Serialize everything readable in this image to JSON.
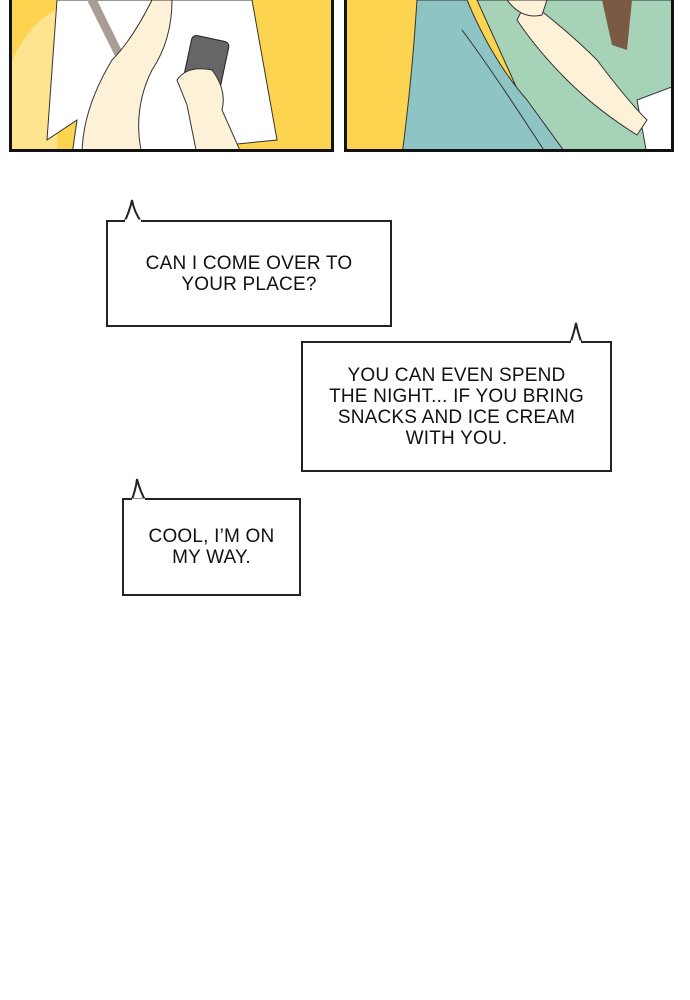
{
  "panels": [
    {
      "description_icon": "character-holding-phone"
    },
    {
      "description_icon": "character-sitting"
    }
  ],
  "bubbles": [
    {
      "text": "CAN I COME OVER TO\nYOUR PLACE?"
    },
    {
      "text": "YOU CAN EVEN SPEND\nTHE NIGHT... IF YOU BRING\nSNACKS AND ICE CREAM\nWITH YOU."
    },
    {
      "text": "COOL, I’M ON\nMY WAY."
    }
  ],
  "colors": {
    "background": "#fcd44f",
    "shirt": "#ffffff",
    "pants": "#8ec5c4",
    "top": "#a6d2b8",
    "skin": "#fdf1d8"
  }
}
